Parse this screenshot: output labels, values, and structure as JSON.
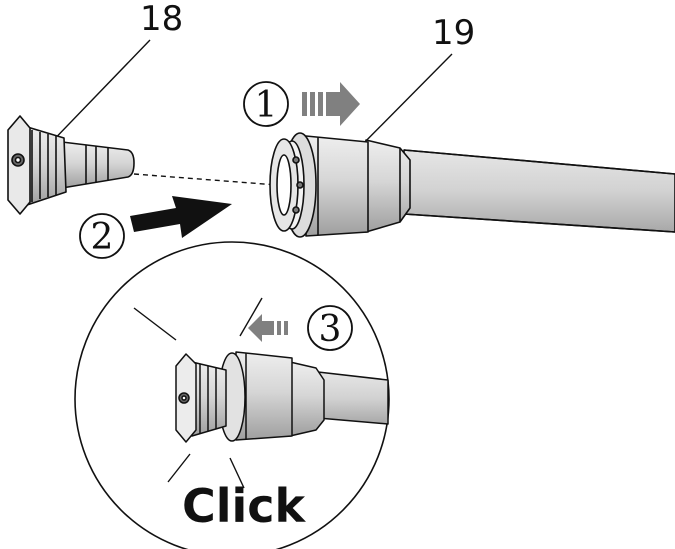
{
  "callouts": {
    "nozzle_number": "18",
    "hose_number": "19"
  },
  "steps": [
    {
      "number": "1"
    },
    {
      "number": "2"
    },
    {
      "number": "3"
    }
  ],
  "detail": {
    "sound_text": "Click"
  },
  "colors": {
    "outline": "#111111",
    "metal": "#d4d4d4",
    "metal_dark": "#9a9a9a",
    "arrow_gray": "#808080",
    "arrow_black": "#111111"
  }
}
